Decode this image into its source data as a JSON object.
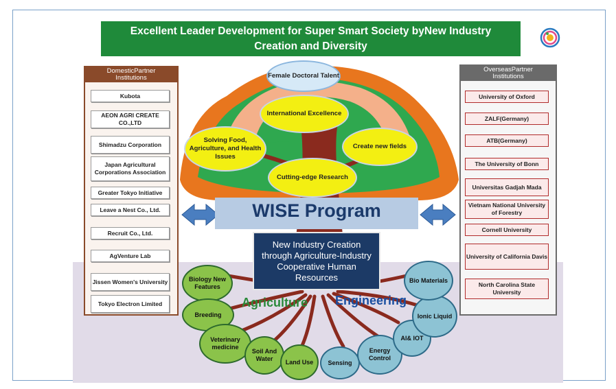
{
  "header": {
    "title_line1": "Excellent Leader Development for Super Smart Society byNew Industry",
    "title_line2": "Creation and Diversity"
  },
  "colors": {
    "header_green": "#1f8a3a",
    "tree_trunk": "#8a2a1e",
    "canopy_orange": "#e8761e",
    "canopy_green": "#2fa84f",
    "wise_navy": "#1b3a6b"
  },
  "domestic": {
    "title_line1": "DomesticPartner",
    "title_line2": "Institutions",
    "items": [
      "Kubota",
      "AEON AGRI CREATE CO.,LTD",
      "Shimadzu Corporation",
      "Japan Agricultural Corporations Association",
      "Greater Tokyo Initiative",
      "Leave a Nest Co., Ltd.",
      "Recruit Co., Ltd.",
      "AgVenture Lab",
      "Jissen Women's University",
      "Tokyo Electron Limited"
    ]
  },
  "overseas": {
    "title_line1": "OverseasPartner",
    "title_line2": "Institutions",
    "items": [
      "University of Oxford",
      "ZALF(Germany)",
      "ATB(Germany)",
      "The University of Bonn",
      "Universitas Gadjah Mada",
      "Vietnam National University of Forestry",
      "Cornell University",
      "University of California Davis",
      "North Carolina State University"
    ]
  },
  "canopy": {
    "female": "Female Doctoral Talent",
    "international": "International Excellence",
    "solving": "Solving Food, Agriculture, and Health Issues",
    "create": "Create new fields",
    "cutting": "Cutting-edge Research"
  },
  "program": "WISE Program",
  "center_box": "New Industry Creation through Agriculture-Industry Cooperative Human Resources",
  "agriculture_label": "Agriculture",
  "engineering_label": "Engineering",
  "agri_topics": [
    "Biology New Features",
    "Breeding",
    "Veterinary medicine",
    "Soil And Water",
    "Land Use"
  ],
  "eng_topics": [
    "Sensing",
    "Energy Control",
    "AI& IOT",
    "Ionic Liquid",
    "Bio Materials"
  ]
}
